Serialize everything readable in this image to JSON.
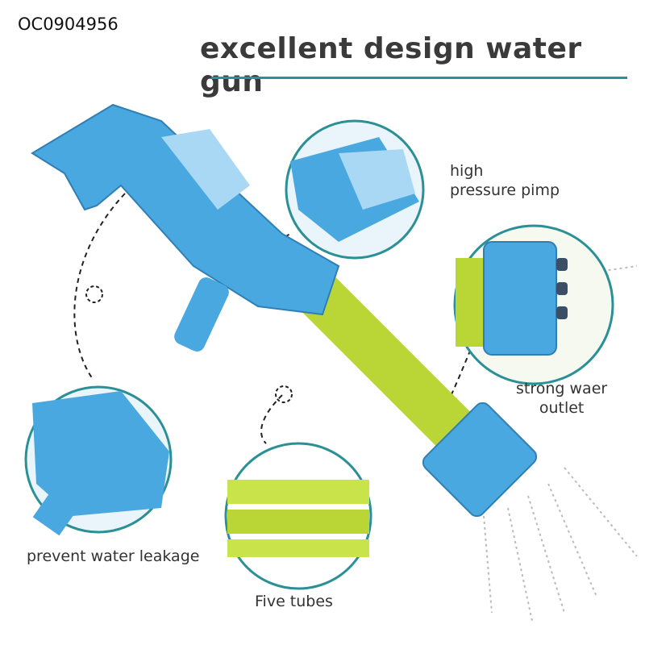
{
  "product_code": "OC0904956",
  "title": "excellent design water gun",
  "callouts": {
    "pump": "high\npressure pimp",
    "outlet": "strong waer\noutlet",
    "leakage": "prevent water leakage",
    "tubes": "Five tubes"
  },
  "colors": {
    "accent": "#2a9096",
    "gun_blue": "#4aa8e0",
    "tube_yellow": "#b9d636"
  }
}
